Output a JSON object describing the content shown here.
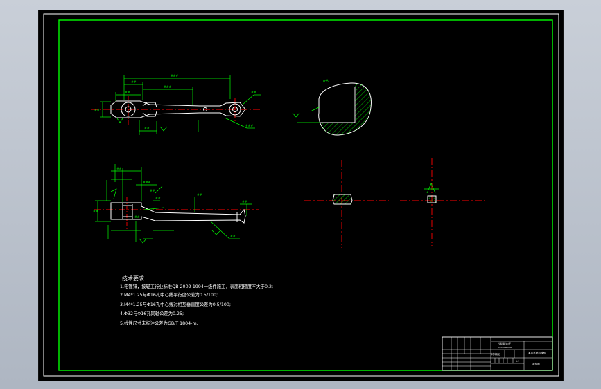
{
  "tech": {
    "title": "技术要求",
    "lines": [
      "1.电镀锌，按轻工行业标准QB 2002-1994一级件施工，表面粗糙度不大于0.2;",
      "2.M4*1.25与Φ16孔中心线平行度公差为0.5/100;",
      "3.M4*1.25与Φ16孔中心线对相互垂直度公差为0.5/100;",
      "4.Φ32与Φ16孔同轴公差为0.25;",
      "5.线性尺寸未标注公差为GB/T 1804-m."
    ]
  },
  "title_block": {
    "part_name": "传动器连杆",
    "drawing_code": "CHUANDONG",
    "material_label": "材料标记",
    "scale_value": "1:1",
    "school": "某某学院机械系",
    "drawing_no": "零件图"
  },
  "colors": {
    "background": "#000000",
    "frame": "#00ff00",
    "part_outline": "#ffffff",
    "dimension": "#00ff00",
    "center_line": "#ff0000",
    "hatch": "#00ff00",
    "text": "#ffffff"
  }
}
